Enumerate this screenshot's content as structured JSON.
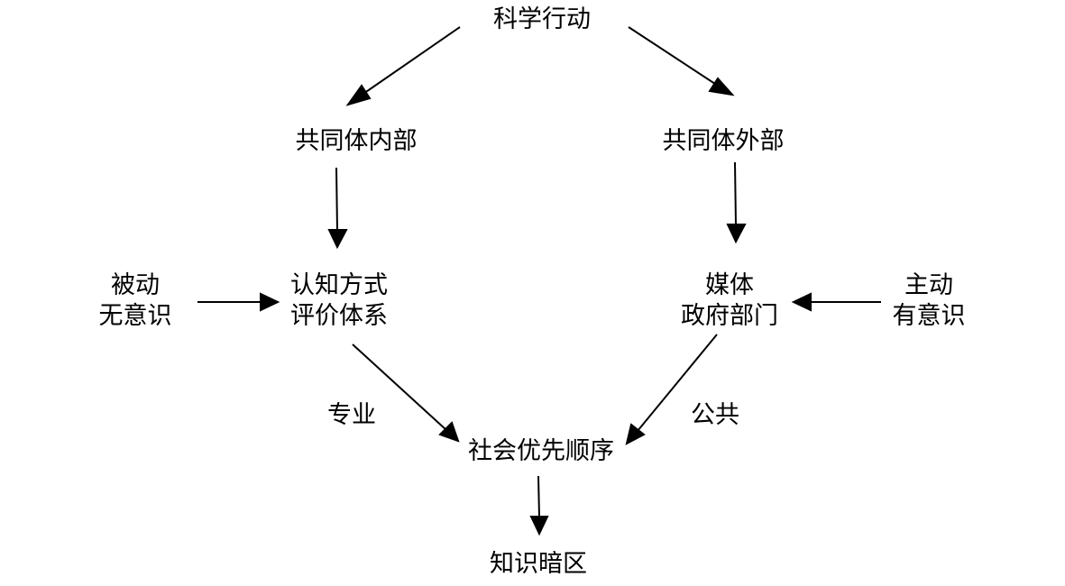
{
  "nodes": {
    "science_action": "科学行动",
    "community_internal": "共同体内部",
    "community_external": "共同体外部",
    "cognition": {
      "line1": "认知方式",
      "line2": "评价体系"
    },
    "media": {
      "line1": "媒体",
      "line2": "政府部门"
    },
    "passive": {
      "line1": "被动",
      "line2": "无意识"
    },
    "active": {
      "line1": "主动",
      "line2": "有意识"
    },
    "social_priority": "社会优先顺序",
    "knowledge_dark_zone": "知识暗区"
  },
  "edge_labels": {
    "professional": "专业",
    "public": "公共"
  },
  "colors": {
    "ink": "#000000",
    "background": "#ffffff"
  }
}
